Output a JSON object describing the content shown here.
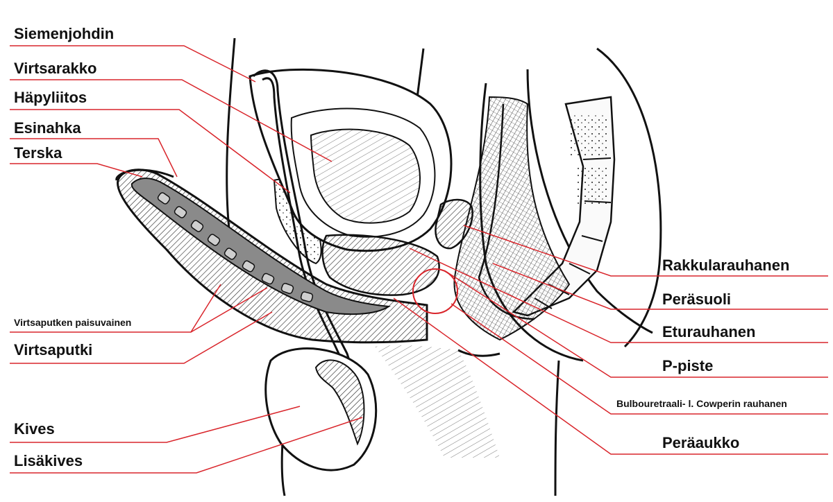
{
  "colors": {
    "leader_line": "#d9252b",
    "ink": "#111111",
    "tissue_gray": "#7a7a7a",
    "background": "#ffffff"
  },
  "labels": {
    "siemenjohdin": "Siemenjohdin",
    "virtsarakko": "Virtsarakko",
    "hapyliitos": "Häpyliitos",
    "esinahka": "Esinahka",
    "terska": "Terska",
    "virtsaputken_paisuvainen": "Virtsaputken paisuvainen",
    "virtsaputki": "Virtsaputki",
    "kives": "Kives",
    "lisakives": "Lisäkives",
    "rakkularauhanen": "Rakkularauhanen",
    "perasuoli": "Peräsuoli",
    "eturauhanen": "Eturauhanen",
    "p_piste": "P-piste",
    "bulbouretraali": "Bulbouretraali- l. Cowperin rauhanen",
    "peraaukko": "Peräaukko"
  }
}
